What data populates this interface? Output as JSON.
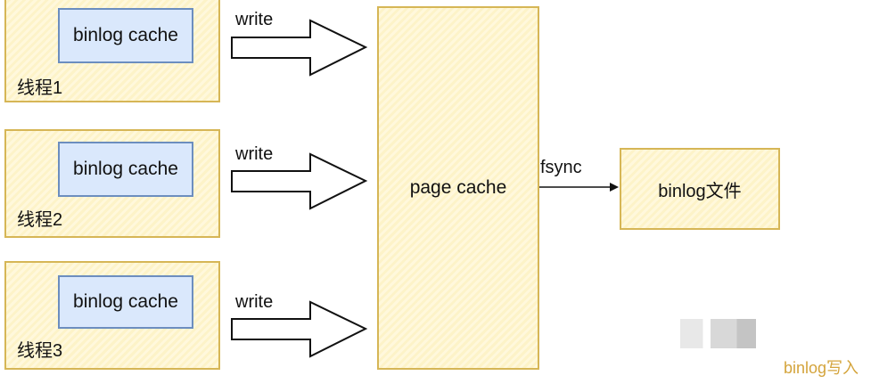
{
  "threads": [
    {
      "label": "线程1",
      "cache": "binlog cache",
      "arrow": "write"
    },
    {
      "label": "线程2",
      "cache": "binlog cache",
      "arrow": "write"
    },
    {
      "label": "线程3",
      "cache": "binlog cache",
      "arrow": "write"
    }
  ],
  "page_cache": "page cache",
  "fsync": "fsync",
  "binlog_file": "binlog文件",
  "caption": "binlog写入"
}
